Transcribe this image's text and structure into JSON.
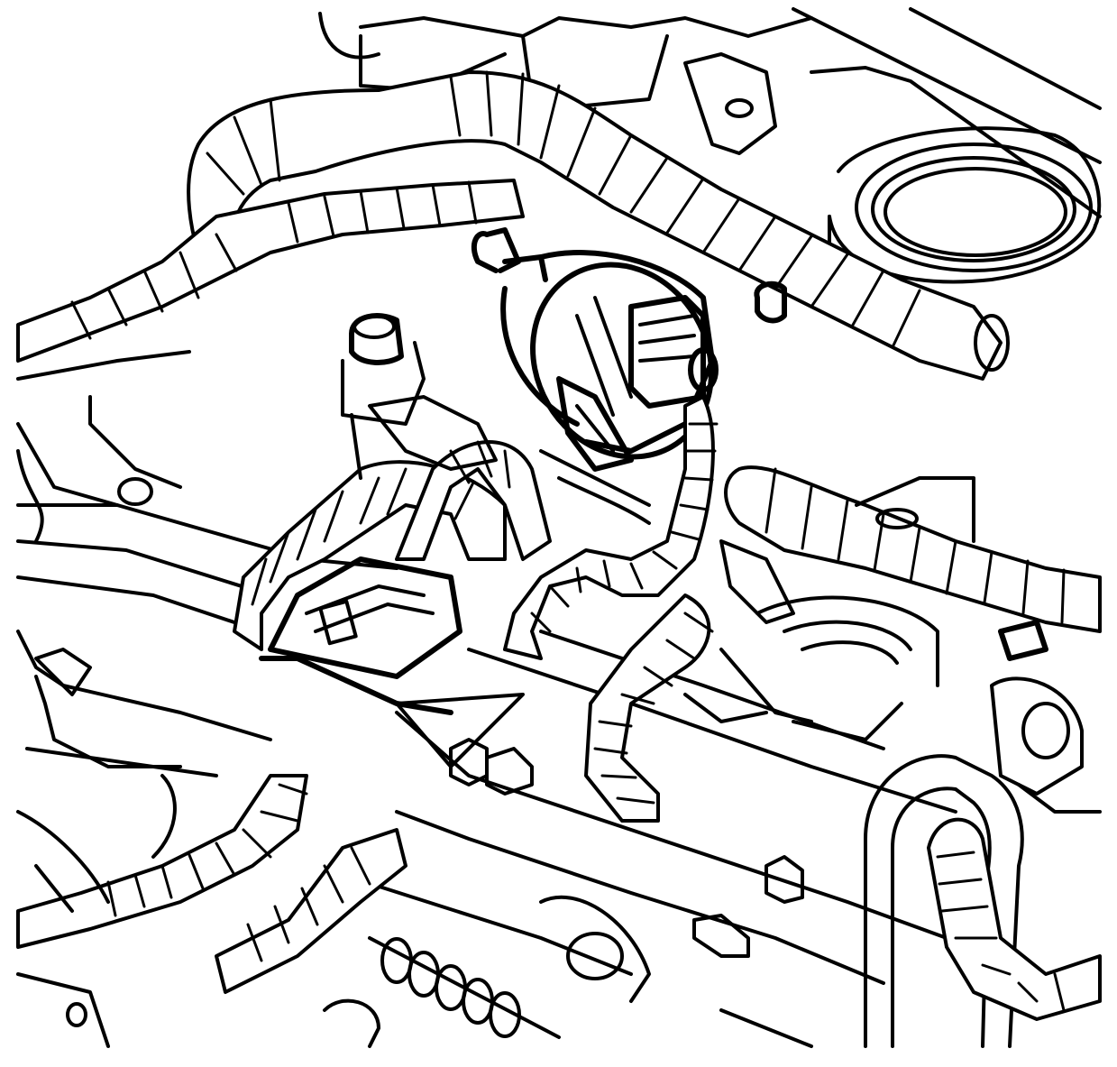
{
  "diagram": {
    "style": "black line art on white",
    "colors": {
      "line": "#000000",
      "background": "#ffffff"
    },
    "components": [
      {
        "id": "sensor-body",
        "icon": "sensor-icon"
      },
      {
        "id": "sensor-connector",
        "icon": "electrical-connector-icon"
      },
      {
        "id": "pigtail-harness",
        "icon": "wire-harness-icon"
      },
      {
        "id": "main-harness-upper",
        "icon": "wire-harness-icon"
      },
      {
        "id": "main-harness-right",
        "icon": "wire-harness-icon"
      },
      {
        "id": "lower-harness",
        "icon": "wire-harness-icon"
      },
      {
        "id": "inline-connector",
        "icon": "electrical-connector-icon"
      },
      {
        "id": "mounting-bolt",
        "icon": "bolt-icon"
      },
      {
        "id": "air-inlet-ring",
        "icon": "hose-port-icon"
      },
      {
        "id": "harness-clips",
        "icon": "clip-icon"
      }
    ]
  }
}
